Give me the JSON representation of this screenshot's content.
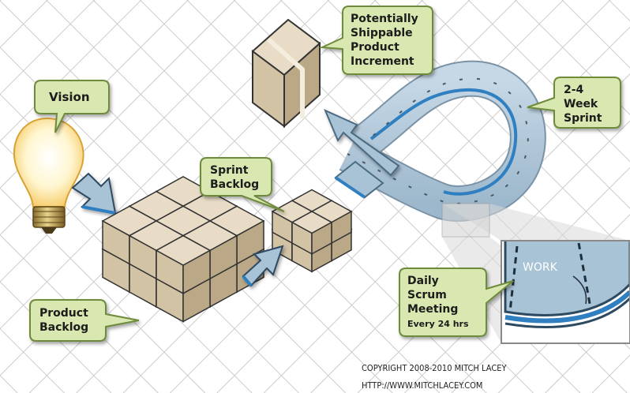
{
  "callouts": {
    "vision": "Vision",
    "product_increment": [
      "Potentially",
      "Shippable",
      "Product",
      "Increment"
    ],
    "sprint": [
      "2-4",
      "Week",
      "Sprint"
    ],
    "sprint_backlog": [
      "Sprint",
      "Backlog"
    ],
    "product_backlog": [
      "Product",
      "Backlog"
    ],
    "daily_scrum": [
      "Daily",
      "Scrum",
      "Meeting"
    ],
    "daily_scrum_sub": "Every 24 hrs"
  },
  "zoom_label": "WORK",
  "copyright": {
    "line1": "COPYRIGHT 2008-2010 MITCH LACEY",
    "line2": "HTTP://WWW.MITCHLACEY.COM"
  },
  "colors": {
    "callout_fill": "#d9e8b0",
    "callout_stroke": "#6e8a3a",
    "arrow_fill": "#a9c3d6",
    "arrow_accent": "#2f7fc1",
    "box_top": "#e8dcc6",
    "box_left": "#d3c3a5",
    "box_right": "#bba887",
    "grid": "#cfcfcf"
  }
}
